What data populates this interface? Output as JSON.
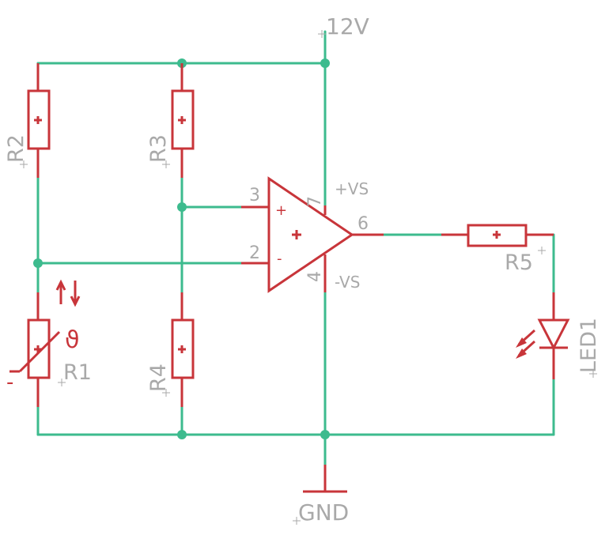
{
  "nets": {
    "supply": "12V",
    "ground": "GND"
  },
  "parts": {
    "r1": "R1",
    "r2": "R2",
    "r3": "R3",
    "r4": "R4",
    "r5": "R5",
    "led1": "LED1"
  },
  "opamp": {
    "pin3": "3",
    "pin2": "2",
    "pin6": "6",
    "pin7": "7",
    "pin4": "4",
    "plus_vs": "+VS",
    "minus_vs": "-VS",
    "noninv_sign": "+",
    "inv_sign": "-"
  },
  "thermistor": {
    "theta": "ϑ",
    "minus": "-"
  },
  "colors": {
    "wire": "#3dbb8e",
    "component": "#c8353a",
    "label": "#a9a9a9",
    "background": "#ffffff"
  }
}
